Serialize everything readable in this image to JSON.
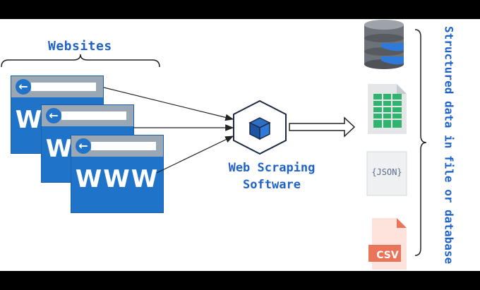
{
  "websites_title": "Websites",
  "web_card_text": "WWW",
  "software_label_line1": "Web Scraping",
  "software_label_line2": "Software",
  "output_caption": "Structured data in file or database",
  "json_label": "{JSON}",
  "csv_label": "CSV",
  "colors": {
    "accent_blue": "#1f63c9",
    "card_blue": "#1f73c9",
    "card_bar_gray": "#9aa7b4",
    "db_gray": "#7c8087",
    "sheet_green": "#2fb36f",
    "csv_orange": "#e9745a"
  },
  "icons": [
    "database-icon",
    "spreadsheet-icon",
    "json-file-icon",
    "csv-file-icon",
    "cube-icon"
  ]
}
